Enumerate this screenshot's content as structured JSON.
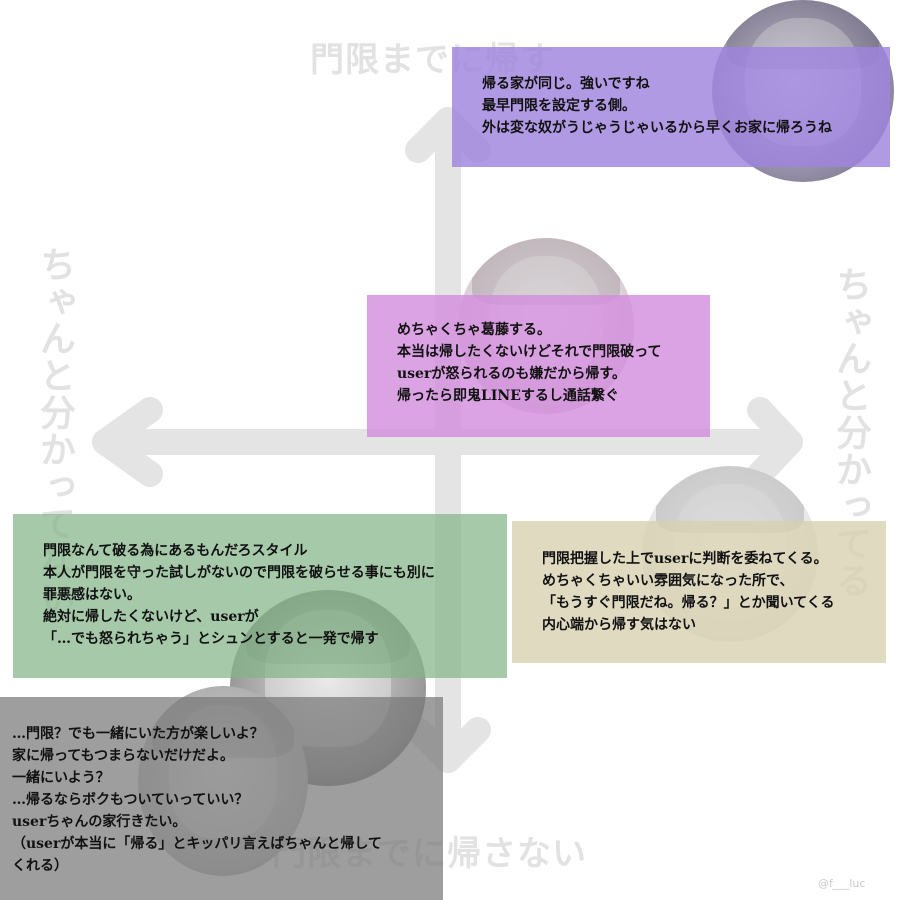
{
  "axes": {
    "top": "門限までに帰す",
    "bottom": "門限までに帰さない",
    "left": "ちゃんと分かってない",
    "right": "ちゃんと分かってる"
  },
  "colors": {
    "axis": "#e4e4e4",
    "purple": "#9f84de",
    "pink": "#d28cdd",
    "green": "#82b488",
    "cream": "#d7cfaf",
    "gray": "#787878"
  },
  "cards": {
    "purple": {
      "lines": [
        "帰る家が同じ。強いですね",
        "最早門限を設定する側。",
        "外は変な奴がうじゃうじゃいるから早くお家に帰ろうね"
      ]
    },
    "pink": {
      "lines": [
        "めちゃくちゃ葛藤する。",
        "本当は帰したくないけどそれで門限破って",
        "userが怒られるのも嫌だから帰す。",
        "帰ったら即鬼LINEするし通話繋ぐ"
      ]
    },
    "green": {
      "lines": [
        "門限なんて破る為にあるもんだろスタイル",
        "本人が門限を守った試しがないので門限を破らせる事にも別に",
        "罪悪感はない。",
        "絶対に帰したくないけど、userが",
        "「…でも怒られちゃう」とシュンとすると一発で帰す"
      ]
    },
    "cream": {
      "lines": [
        "門限把握した上でuserに判断を委ねてくる。",
        "めちゃくちゃいい雰囲気になった所で、",
        "「もうすぐ門限だね。帰る？」とか聞いてくる",
        "内心端から帰す気はない"
      ]
    },
    "gray": {
      "lines": [
        "…門限？でも一緒にいた方が楽しいよ？",
        "家に帰ってもつまらないだけだよ。",
        "一緒にいよう？",
        "…帰るならボクもついていっていい？",
        "userちゃんの家行きたい。",
        "（userが本当に「帰る」とキッパリ言えばちゃんと帰して",
        "くれる）"
      ]
    }
  },
  "watermark": "@f___luc"
}
